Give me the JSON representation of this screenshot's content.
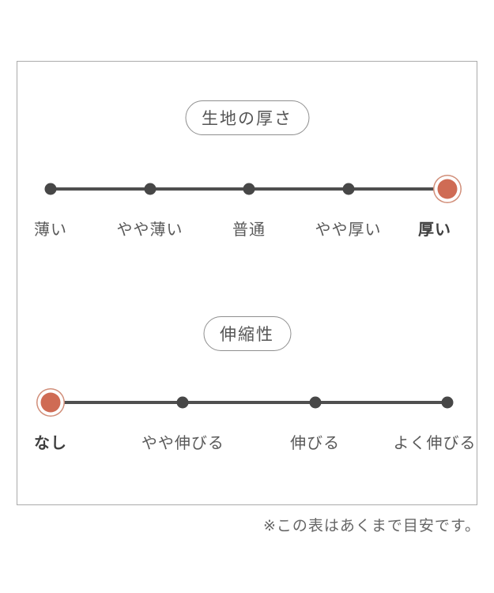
{
  "chart_data": [
    {
      "type": "rating-scale",
      "title": "生地の厚さ",
      "categories": [
        "薄い",
        "やや薄い",
        "普通",
        "やや厚い",
        "厚い"
      ],
      "levels": 5,
      "selected_index": 4,
      "selected_value": "厚い"
    },
    {
      "type": "rating-scale",
      "title": "伸縮性",
      "categories": [
        "なし",
        "やや伸びる",
        "伸びる",
        "よく伸びる"
      ],
      "levels": 4,
      "selected_index": 0,
      "selected_value": "なし"
    }
  ],
  "note": {
    "text": "※この表はあくまで目安です。"
  },
  "colors": {
    "accent": "#cf6b54",
    "accent_ring": "#d18e79",
    "scale_line": "#4f4f4f",
    "dot": "#474747",
    "label_text": "#595959",
    "frame_border": "#ababab",
    "note_text": "#666666"
  }
}
